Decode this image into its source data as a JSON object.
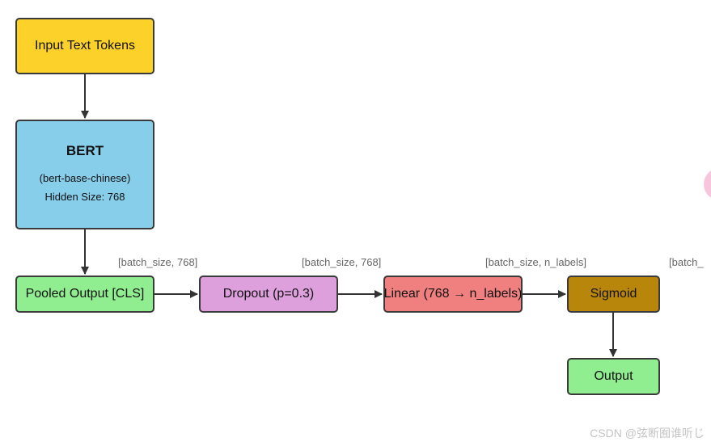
{
  "colors": {
    "input": "#fcd12a",
    "bert": "#87ceeb",
    "pooled": "#90ee90",
    "dropout": "#dda0dd",
    "linear": "#f08080",
    "sigmoid": "#b8860b",
    "output": "#90ee90",
    "edge": "#333333"
  },
  "nodes": {
    "input": {
      "label": "Input Text Tokens"
    },
    "bert": {
      "title": "BERT",
      "model": "(bert-base-chinese)",
      "hidden": "Hidden Size: 768"
    },
    "pooled": {
      "label": "Pooled Output [CLS]"
    },
    "dropout": {
      "label": "Dropout (p=0.3)"
    },
    "linear": {
      "label": "Linear (768 → n_labels)"
    },
    "sigmoid": {
      "label": "Sigmoid"
    },
    "output": {
      "label": "Output"
    }
  },
  "edge_labels": {
    "pooled_dropout": "[batch_size, 768]",
    "dropout_linear": "[batch_size, 768]",
    "linear_sigmoid": "[batch_size, n_labels]",
    "sigmoid_output": "[batch_"
  },
  "watermark": "CSDN @弦断囿谁听じ"
}
